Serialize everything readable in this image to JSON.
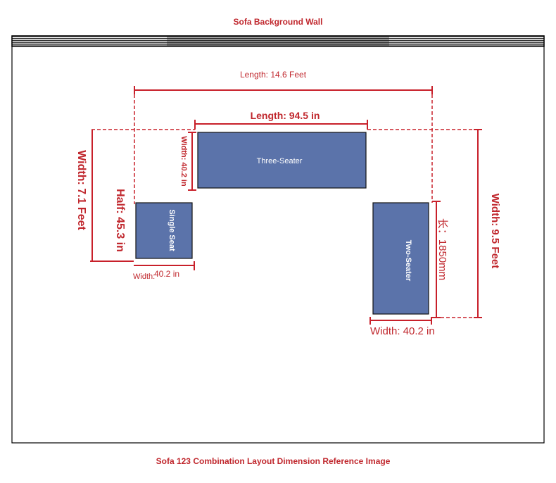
{
  "title": "Sofa Background Wall",
  "caption": "Sofa 123 Combination Layout Dimension Reference Image",
  "colors": {
    "accent": "#c0272d",
    "sofa": "#5b73aa"
  },
  "dimensions": {
    "total_length": "Length: 14.6 Feet",
    "three_seater_length": "Length: 94.5 in",
    "three_seater_width": "Width: 40.2 in",
    "left_width": "Width: 7.1 Feet",
    "half": "Half: 45.3 in",
    "single_width_label": "Width:",
    "single_width_value": "40.2 in",
    "two_seater_length": "长：1850mm",
    "right_width": "Width: 9.5 Feet",
    "two_seater_width": "Width: 40.2 in"
  },
  "sofas": {
    "three_seater": "Three-Seater",
    "single_seat": "Single Seat",
    "two_seater": "Two-Seater"
  }
}
